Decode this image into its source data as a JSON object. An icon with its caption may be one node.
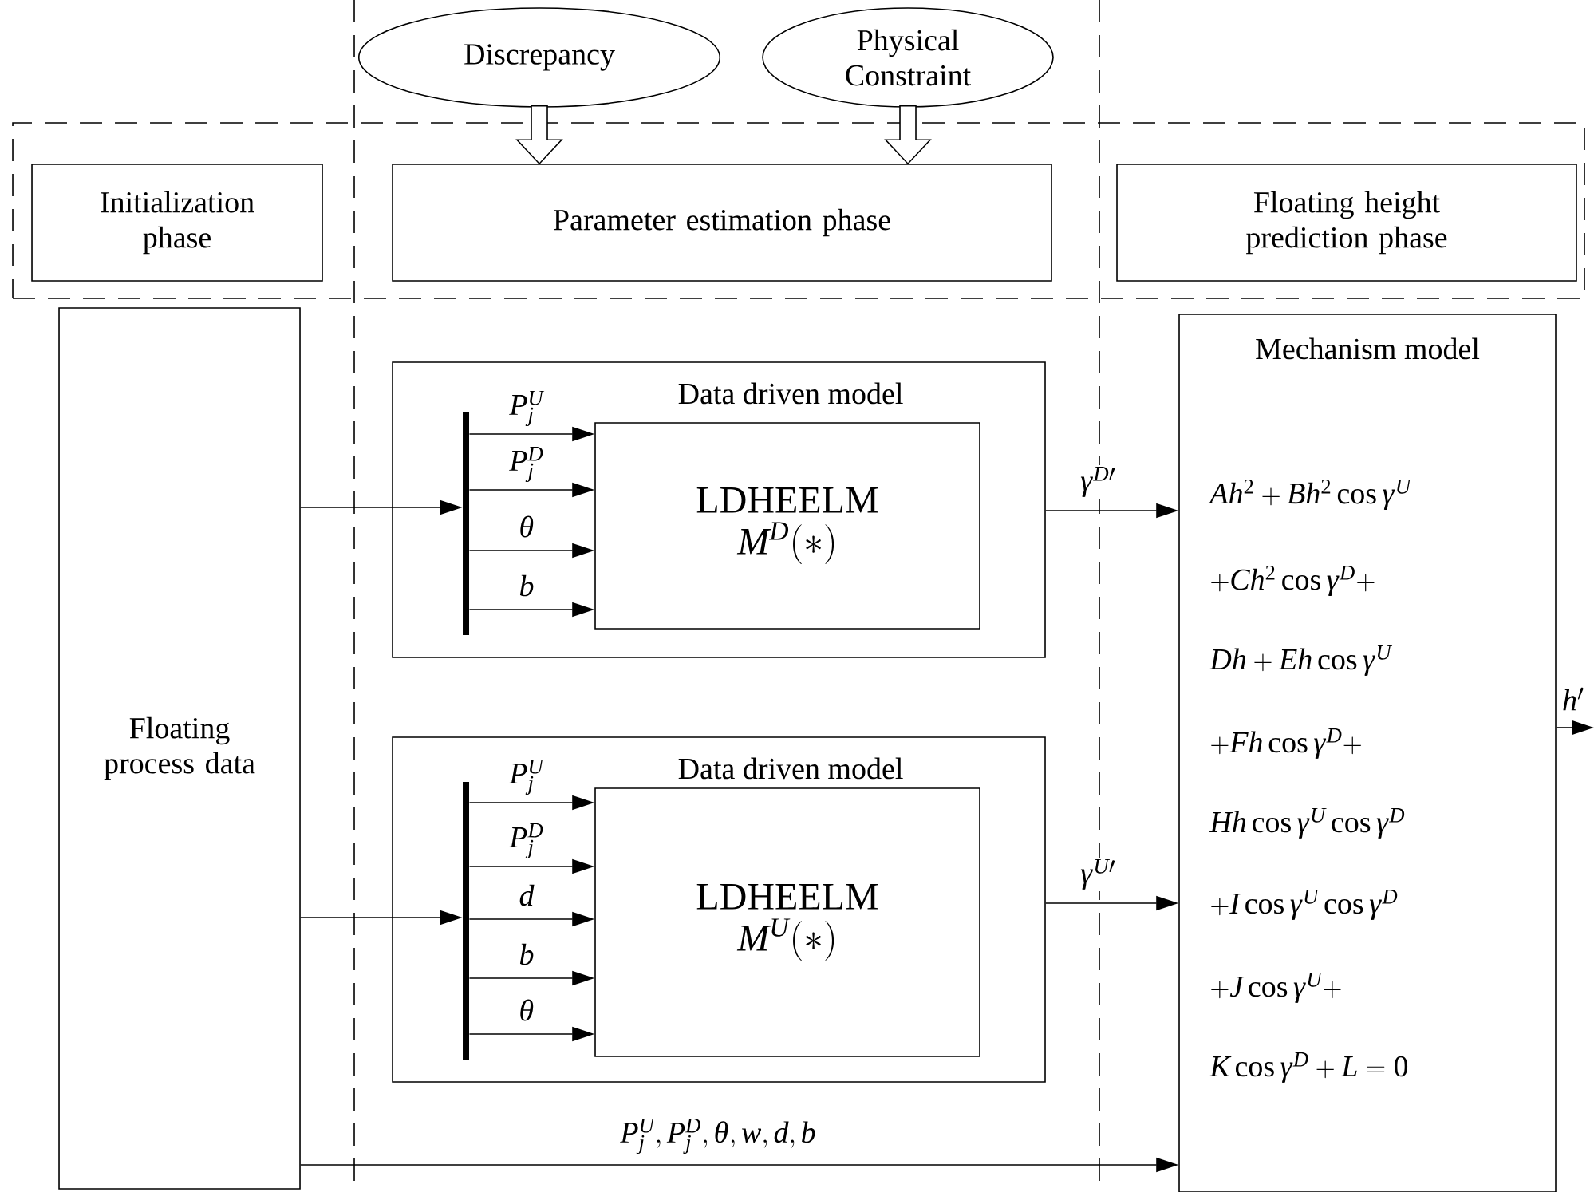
{
  "diagram": {
    "nodes": [
      {
        "text": [
          "Discrepancy"
        ]
      },
      {
        "text": [
          "Physical Constraint"
        ]
      },
      {
        "text": [],
        "shape": "box"
      },
      {
        "text": [
          "Initialization phase"
        ],
        "in": 2
      },
      {
        "text": [
          "Parameter estimation phase"
        ],
        "in": 2
      },
      {
        "text": [
          "Floating height prediction phase"
        ],
        "in": 2
      },
      {
        "text": [
          "Floating process data"
        ]
      },
      {
        "text": [
          "Data driven model"
        ]
      },
      {
        "text": [],
        "shape": "bar",
        "in": 7
      },
      {
        "text": [
          "LDHEELM",
          "M^D(*)"
        ],
        "in": 7
      },
      {
        "text": [
          "Data driven model"
        ]
      },
      {
        "text": [],
        "shape": "bar",
        "in": 10
      },
      {
        "text": [
          "LDHEELM",
          "M^U(*)"
        ],
        "in": 10
      },
      {
        "text": [
          "Mechanism model",
          "Ah^2 + Bh^2\\cos\\gamma^U",
          "+Ch^2\\cos\\gamma^D +",
          "Dh + Eh\\cos\\gamma^U",
          "+Fh\\cos\\gamma^D +",
          "Hh\\cos\\gamma^U\\cos\\gamma^D",
          "+I\\cos\\gamma^U\\cos\\gamma^D",
          "+J\\cos\\gamma^U +",
          "K\\cos\\gamma^D + L = 0"
        ]
      }
    ],
    "edges": [
      {
        "from": 0,
        "to": 4,
        "arrow": "to"
      },
      {
        "from": 1,
        "to": 4,
        "arrow": "to"
      },
      {
        "from": 6,
        "to": 8,
        "arrow": "to"
      },
      {
        "from": 6,
        "to": 11,
        "arrow": "to"
      },
      {
        "from": 8,
        "to": 9,
        "arrow": "to",
        "label": "P_j^U"
      },
      {
        "from": 8,
        "to": 9,
        "arrow": "to",
        "label": "P_j^D"
      },
      {
        "from": 8,
        "to": 9,
        "arrow": "to",
        "label": "\\theta"
      },
      {
        "from": 8,
        "to": 9,
        "arrow": "to",
        "label": "b"
      },
      {
        "from": 11,
        "to": 12,
        "arrow": "to",
        "label": "P_j^U"
      },
      {
        "from": 11,
        "to": 12,
        "arrow": "to",
        "label": "P_j^D"
      },
      {
        "from": 11,
        "to": 12,
        "arrow": "to",
        "label": "d"
      },
      {
        "from": 11,
        "to": 12,
        "arrow": "to",
        "label": "b"
      },
      {
        "from": 11,
        "to": 12,
        "arrow": "to",
        "label": "\\theta"
      },
      {
        "from": 7,
        "to": 13,
        "arrow": "to",
        "label": "\\gamma^{D\\prime}"
      },
      {
        "from": 10,
        "to": 13,
        "arrow": "to",
        "label": "\\gamma^{U\\prime}"
      },
      {
        "from": 6,
        "to": 13,
        "arrow": "to",
        "label": "P_j^U, P_j^D, \\theta, w, d, b"
      },
      {
        "from": 13,
        "to": null,
        "arrow": "to",
        "label": "h'"
      }
    ]
  }
}
